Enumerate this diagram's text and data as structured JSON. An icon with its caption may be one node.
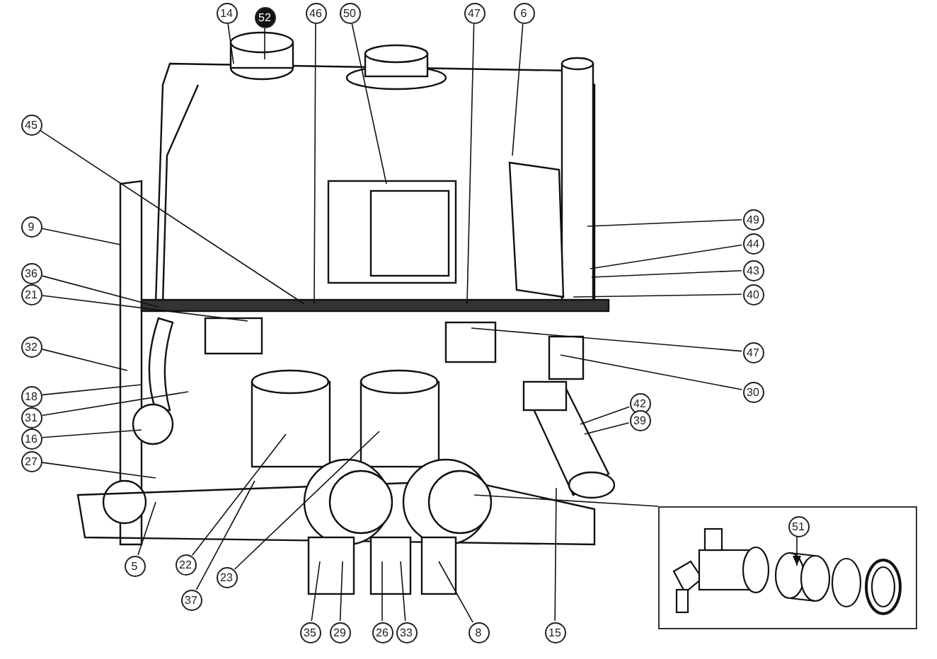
{
  "diagram": {
    "nodes": [
      {
        "text": [
          "14"
        ]
      },
      {
        "text": [
          "52"
        ]
      },
      {
        "text": [
          "46"
        ]
      },
      {
        "text": [
          "50"
        ]
      },
      {
        "text": [
          "47"
        ]
      },
      {
        "text": [
          "6"
        ]
      },
      {
        "text": [
          "45"
        ]
      },
      {
        "text": [
          "49"
        ]
      },
      {
        "text": [
          "9"
        ]
      },
      {
        "text": [
          "44"
        ]
      },
      {
        "text": [
          "43"
        ]
      },
      {
        "text": [
          "36"
        ]
      },
      {
        "text": [
          "21"
        ]
      },
      {
        "text": [
          "40"
        ]
      },
      {
        "text": [
          "32"
        ]
      },
      {
        "text": [
          "47"
        ]
      },
      {
        "text": [
          "30"
        ]
      },
      {
        "text": [
          "18"
        ]
      },
      {
        "text": [
          "42"
        ]
      },
      {
        "text": [
          "31"
        ]
      },
      {
        "text": [
          "39"
        ]
      },
      {
        "text": [
          "16"
        ]
      },
      {
        "text": [
          "27"
        ]
      },
      {
        "text": [],
        "shape": "picture"
      },
      {
        "text": [
          "51"
        ],
        "in": 23
      },
      {
        "text": [
          "22"
        ]
      },
      {
        "text": [
          "5"
        ]
      },
      {
        "text": [
          "23"
        ]
      },
      {
        "text": [
          "37"
        ]
      },
      {
        "text": [
          "35"
        ]
      },
      {
        "text": [
          "29"
        ]
      },
      {
        "text": [
          "26"
        ]
      },
      {
        "text": [
          "33"
        ]
      },
      {
        "text": [
          "8"
        ]
      },
      {
        "text": [
          "15"
        ]
      }
    ],
    "edges": [
      {
        "from": 0,
        "to": null,
        "arrow": "none"
      },
      {
        "from": 1,
        "to": null,
        "arrow": "none"
      },
      {
        "from": 2,
        "to": null,
        "arrow": "none"
      },
      {
        "from": 3,
        "to": null,
        "arrow": "none"
      },
      {
        "from": 4,
        "to": null,
        "arrow": "none"
      },
      {
        "from": 5,
        "to": null,
        "arrow": "none"
      },
      {
        "from": 6,
        "to": null,
        "arrow": "none"
      },
      {
        "from": 7,
        "to": null,
        "arrow": "none"
      },
      {
        "from": 8,
        "to": null,
        "arrow": "none"
      },
      {
        "from": 9,
        "to": null,
        "arrow": "none"
      },
      {
        "from": 10,
        "to": null,
        "arrow": "none"
      },
      {
        "from": 11,
        "to": null,
        "arrow": "none"
      },
      {
        "from": 12,
        "to": null,
        "arrow": "none"
      },
      {
        "from": 13,
        "to": null,
        "arrow": "none"
      },
      {
        "from": 14,
        "to": null,
        "arrow": "none"
      },
      {
        "from": 15,
        "to": null,
        "arrow": "none"
      },
      {
        "from": 16,
        "to": null,
        "arrow": "none"
      },
      {
        "from": 17,
        "to": null,
        "arrow": "none"
      },
      {
        "from": 18,
        "to": null,
        "arrow": "none"
      },
      {
        "from": 19,
        "to": null,
        "arrow": "none"
      },
      {
        "from": 20,
        "to": null,
        "arrow": "none"
      },
      {
        "from": 21,
        "to": null,
        "arrow": "none"
      },
      {
        "from": 22,
        "to": null,
        "arrow": "none"
      },
      {
        "from": null,
        "to": 23,
        "arrow": "none"
      },
      {
        "from": 24,
        "to": null,
        "arrow": "to"
      },
      {
        "from": 25,
        "to": null,
        "arrow": "none"
      },
      {
        "from": 26,
        "to": null,
        "arrow": "none"
      },
      {
        "from": 27,
        "to": null,
        "arrow": "none"
      },
      {
        "from": 28,
        "to": null,
        "arrow": "none"
      },
      {
        "from": 29,
        "to": null,
        "arrow": "none"
      },
      {
        "from": 30,
        "to": null,
        "arrow": "none"
      },
      {
        "from": 31,
        "to": null,
        "arrow": "none"
      },
      {
        "from": 32,
        "to": null,
        "arrow": "none"
      },
      {
        "from": 33,
        "to": null,
        "arrow": "none"
      },
      {
        "from": 34,
        "to": null,
        "arrow": "none"
      }
    ]
  }
}
